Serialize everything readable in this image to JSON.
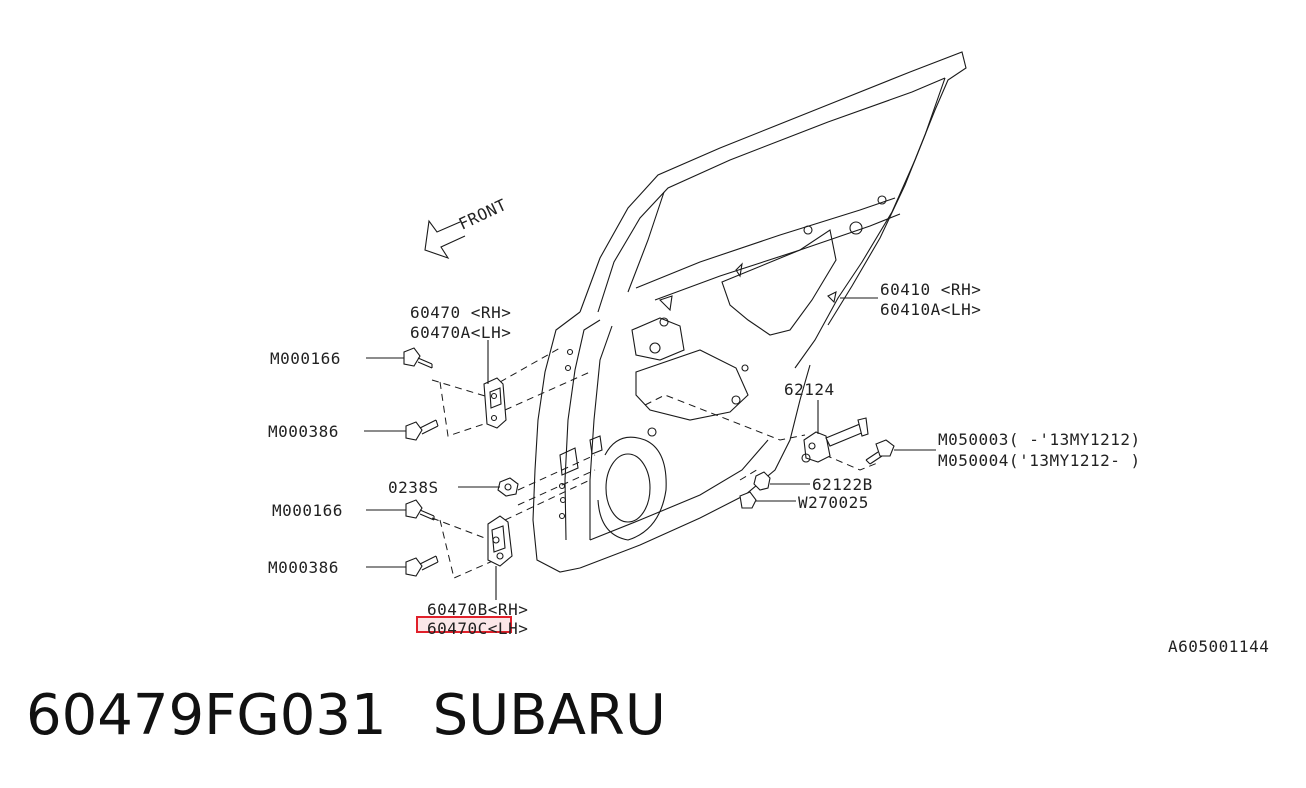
{
  "diagram": {
    "front_label": "FRONT",
    "labels": {
      "door_rh": "60410 <RH>",
      "door_lh": "60410A<LH>",
      "upper_hinge_rh": "60470 <RH>",
      "upper_hinge_lh": "60470A<LH>",
      "bolt_a_upper": "M000166",
      "bolt_b_upper": "M000386",
      "nut": "0238S",
      "bolt_a_lower": "M000166",
      "bolt_b_lower": "M000386",
      "lower_hinge_rh": "60470B<RH>",
      "lower_hinge_lh": "60470C<LH>",
      "checker": "62124",
      "checker_bolt_1": "M050003( -'13MY1212)",
      "checker_bolt_2": "M050004('13MY1212- )",
      "clip": "62122B",
      "plug": "W270025"
    },
    "highlighted_part": "60470C<LH>",
    "highlight_color": "#e0202a",
    "figure_id": "A605001144"
  },
  "footer": {
    "part_number": "60479FG031",
    "brand": "SUBARU"
  }
}
